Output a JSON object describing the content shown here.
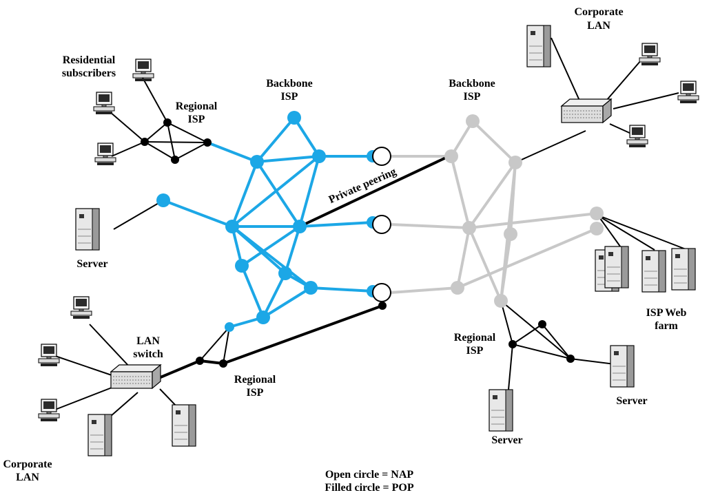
{
  "labels": {
    "residential_line1": "Residential",
    "residential_line2": "subscribers",
    "regional_isp_tl_line1": "Regional",
    "regional_isp_tl_line2": "ISP",
    "backbone_left_line1": "Backbone",
    "backbone_left_line2": "ISP",
    "backbone_right_line1": "Backbone",
    "backbone_right_line2": "ISP",
    "corporate_lan_tr_line1": "Corporate",
    "corporate_lan_tr_line2": "LAN",
    "private_peering": "Private peering",
    "server_left": "Server",
    "lan_switch_line1": "LAN",
    "lan_switch_line2": "switch",
    "regional_isp_bl_line1": "Regional",
    "regional_isp_bl_line2": "ISP",
    "corporate_lan_bl_line1": "Corporate",
    "corporate_lan_bl_line2": "LAN",
    "regional_isp_br_line1": "Regional",
    "regional_isp_br_line2": "ISP",
    "isp_web_farm_line1": "ISP Web",
    "isp_web_farm_line2": "farm",
    "server_br_right": "Server",
    "server_br_bottom": "Server",
    "legend_line1": "Open circle = NAP",
    "legend_line2": "Filled circle = POP"
  },
  "colors": {
    "left_backbone": "#1ca7e6",
    "right_backbone": "#c8c8c8",
    "regional_links": "#000000",
    "equipment_fill": "#e6e6e6",
    "equipment_dark": "#5a5a5a"
  },
  "icons": {
    "pc": "computer-icon",
    "server": "server-tower-icon",
    "switch": "lan-switch-icon"
  }
}
